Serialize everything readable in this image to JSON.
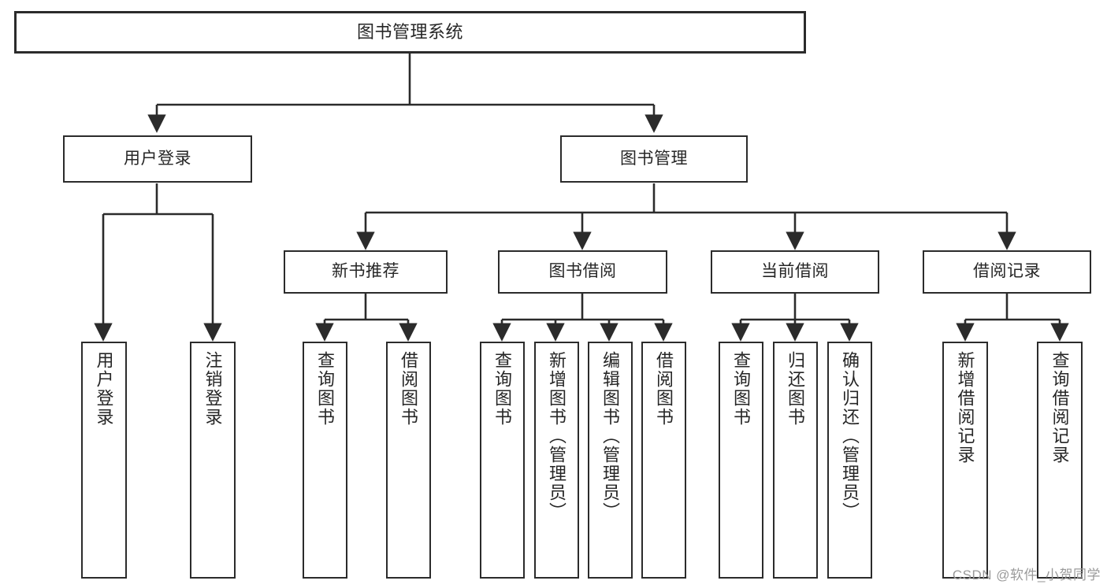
{
  "diagram": {
    "type": "tree",
    "title": "图书管理系统",
    "watermark": "CSDN @软件_小贺同学",
    "colors": {
      "background": "#ffffff",
      "node_border": "#2b2b2b",
      "node_fill": "#ffffff",
      "text": "#262626",
      "edge": "#2b2b2b",
      "watermark": "#9a9a9a"
    },
    "nodes": {
      "root": {
        "label": "图书管理系统"
      },
      "level2": [
        {
          "id": "user-login",
          "label": "用户登录"
        },
        {
          "id": "book-manage",
          "label": "图书管理"
        }
      ],
      "level3": [
        {
          "id": "new-book-recommend",
          "label": "新书推荐"
        },
        {
          "id": "book-borrow",
          "label": "图书借阅"
        },
        {
          "id": "current-borrow",
          "label": "当前借阅"
        },
        {
          "id": "borrow-record",
          "label": "借阅记录"
        }
      ],
      "leaves": {
        "user-login": [
          {
            "id": "leaf-user-login",
            "label": "用户登录"
          },
          {
            "id": "leaf-logout",
            "label": "注销登录"
          }
        ],
        "new-book-recommend": [
          {
            "id": "leaf-query-book-1",
            "label": "查询图书"
          },
          {
            "id": "leaf-borrow-book-1",
            "label": "借阅图书"
          }
        ],
        "book-borrow": [
          {
            "id": "leaf-query-book-2",
            "label": "查询图书"
          },
          {
            "id": "leaf-add-book",
            "label": "新增图书（管理员）"
          },
          {
            "id": "leaf-edit-book",
            "label": "编辑图书（管理员）"
          },
          {
            "id": "leaf-borrow-book-2",
            "label": "借阅图书"
          }
        ],
        "current-borrow": [
          {
            "id": "leaf-query-book-3",
            "label": "查询图书"
          },
          {
            "id": "leaf-return-book",
            "label": "归还图书"
          },
          {
            "id": "leaf-confirm-return",
            "label": "确认归还（管理员）"
          }
        ],
        "borrow-record": [
          {
            "id": "leaf-add-record",
            "label": "新增借阅记录"
          },
          {
            "id": "leaf-query-record",
            "label": "查询借阅记录"
          }
        ]
      }
    }
  }
}
